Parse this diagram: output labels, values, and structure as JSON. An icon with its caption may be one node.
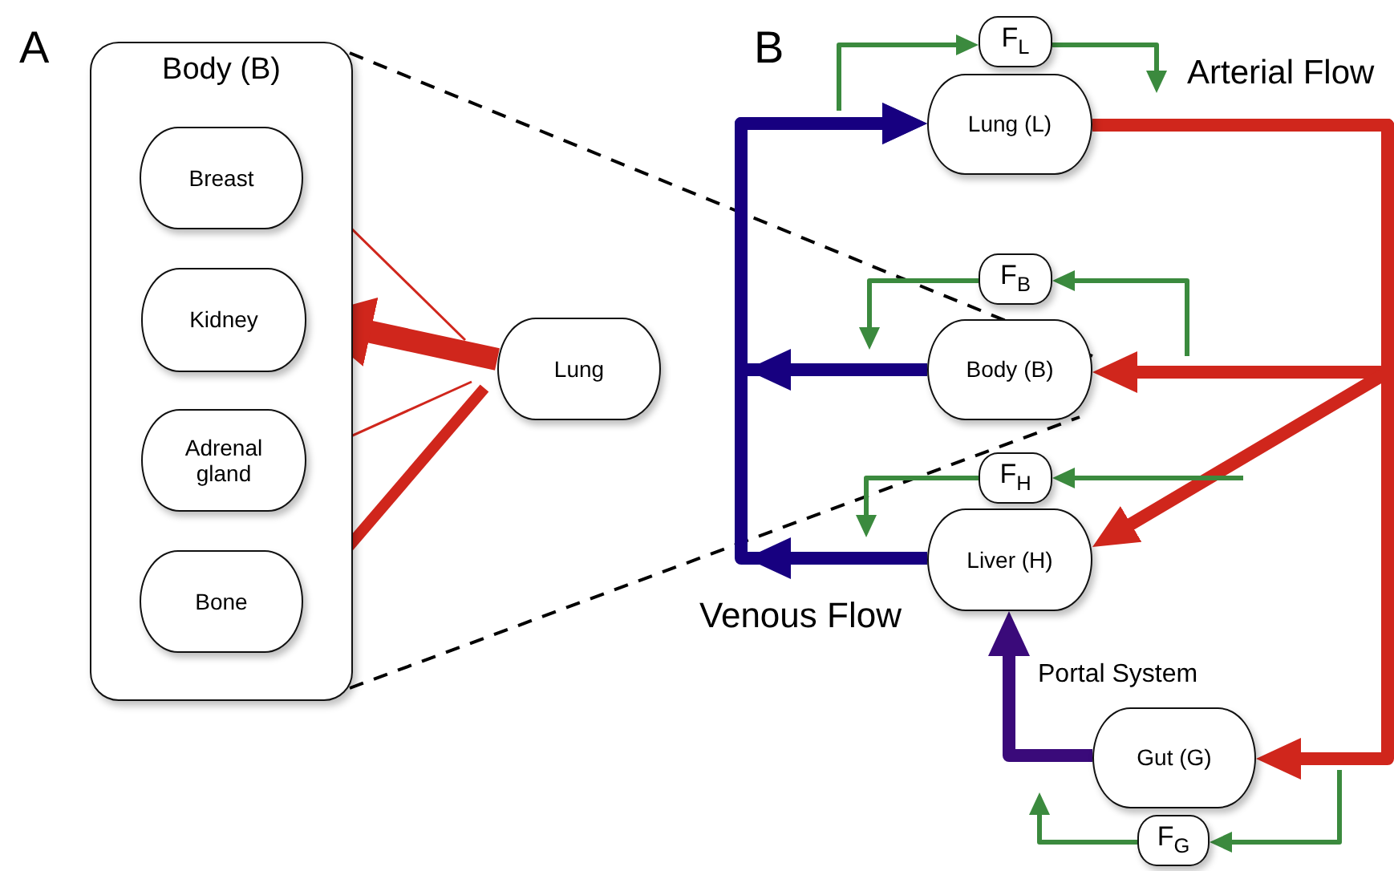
{
  "diagram": {
    "nodes": [
      {
        "text": [
          "Body (B)"
        ]
      },
      {
        "text": [
          "Breast"
        ],
        "in": 0
      },
      {
        "text": [
          "Kidney"
        ],
        "in": 0
      },
      {
        "text": [
          "Adrenal gland"
        ],
        "in": 0
      },
      {
        "text": [
          "Bone"
        ],
        "in": 0
      },
      {
        "text": [
          "Lung"
        ]
      },
      {
        "text": [
          "F$_{L}$"
        ]
      },
      {
        "text": [
          "Lung (L)"
        ]
      },
      {
        "text": [
          "F$_{B}$"
        ]
      },
      {
        "text": [
          "Body (B)"
        ]
      },
      {
        "text": [
          "F$_{H}$"
        ]
      },
      {
        "text": [
          "Liver (H)"
        ]
      },
      {
        "text": [
          "Gut (G)"
        ]
      },
      {
        "text": [
          "F$_{G}$"
        ]
      }
    ],
    "edges": [
      {
        "from": 5,
        "to": 1,
        "arrow": "to",
        "color": "#d0261c"
      },
      {
        "from": 5,
        "to": 2,
        "arrow": "to",
        "style": "thick",
        "color": "#d0261c"
      },
      {
        "from": 5,
        "to": 3,
        "arrow": "to",
        "color": "#d0261c"
      },
      {
        "from": 5,
        "to": 4,
        "arrow": "to",
        "style": "thick",
        "color": "#d0261c"
      },
      {
        "from": 0,
        "to": 9,
        "arrow": "none",
        "style": "dashed",
        "color": "#000000"
      },
      {
        "from": 0,
        "to": 9,
        "arrow": "none",
        "style": "dashed",
        "color": "#000000"
      },
      {
        "from": 9,
        "to": 7,
        "arrow": "to",
        "style": "thick",
        "color": "#170080"
      },
      {
        "from": 11,
        "to": 7,
        "arrow": "to",
        "style": "thick",
        "color": "#170080"
      },
      {
        "from": 7,
        "to": 9,
        "arrow": "to",
        "style": "thick",
        "color": "#d0261c"
      },
      {
        "from": 7,
        "to": 11,
        "arrow": "to",
        "style": "thick",
        "color": "#d0261c"
      },
      {
        "from": 7,
        "to": 12,
        "arrow": "to",
        "style": "thick",
        "color": "#d0261c"
      },
      {
        "from": 12,
        "to": 11,
        "arrow": "to",
        "style": "thick",
        "color": "#3a0a7a"
      },
      {
        "from": null,
        "to": 6,
        "arrow": "to"
      },
      {
        "from": 6,
        "to": null,
        "arrow": "to"
      },
      {
        "from": null,
        "to": 8,
        "arrow": "to"
      },
      {
        "from": 8,
        "to": null,
        "arrow": "to"
      },
      {
        "from": null,
        "to": 10,
        "arrow": "to"
      },
      {
        "from": 10,
        "to": null,
        "arrow": "to"
      },
      {
        "from": null,
        "to": 13,
        "arrow": "to"
      },
      {
        "from": 13,
        "to": null,
        "arrow": "to"
      }
    ],
    "labels": [
      "A",
      "B",
      "Arterial Flow",
      "Venous Flow",
      "Portal System"
    ]
  }
}
